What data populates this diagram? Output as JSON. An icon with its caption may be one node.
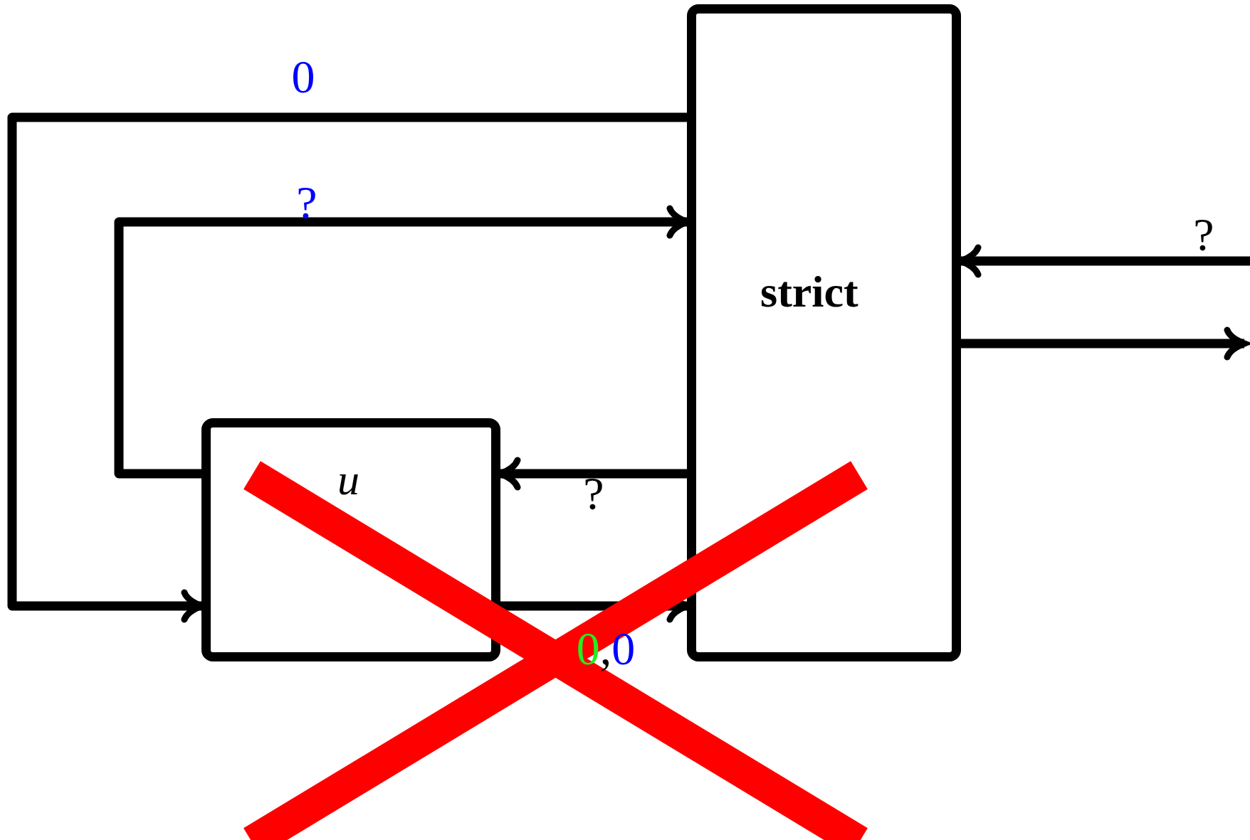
{
  "diagram": {
    "nodes": [
      {
        "text": [
          "strict"
        ]
      },
      {
        "text": [
          "u"
        ]
      }
    ],
    "edges": [
      {
        "from": 0,
        "to": 1,
        "arrow": "to",
        "label": "0"
      },
      {
        "from": 1,
        "to": 0,
        "arrow": "to",
        "label": "?"
      },
      {
        "from": 0,
        "to": 1,
        "arrow": "to",
        "label": "?"
      },
      {
        "from": 1,
        "to": 0,
        "arrow": "to",
        "label": "0,0"
      },
      {
        "from": null,
        "to": 0,
        "arrow": "to",
        "label": "?"
      },
      {
        "from": 0,
        "to": null,
        "arrow": "to"
      }
    ]
  }
}
